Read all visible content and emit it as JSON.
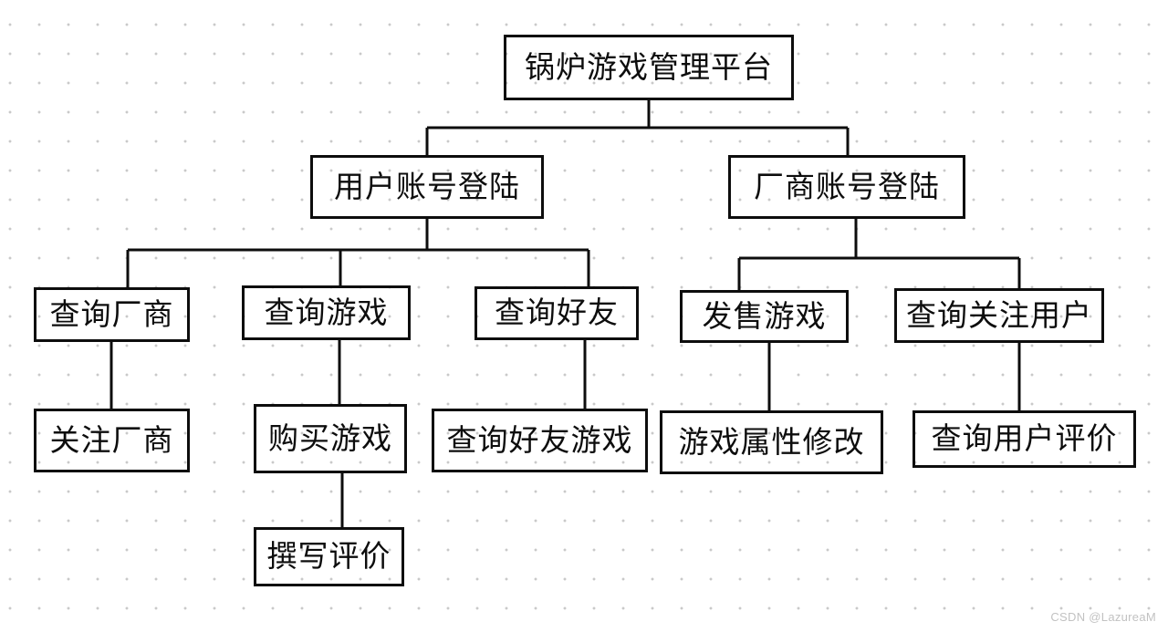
{
  "diagram": {
    "type": "flowchart",
    "title": "锅炉游戏管理平台",
    "nodes": [
      {
        "id": "root",
        "label": "锅炉游戏管理平台",
        "parent": null
      },
      {
        "id": "user_login",
        "label": "用户账号登陆",
        "parent": "root"
      },
      {
        "id": "vendor_login",
        "label": "厂商账号登陆",
        "parent": "root"
      },
      {
        "id": "query_vendor",
        "label": "查询厂商",
        "parent": "user_login"
      },
      {
        "id": "query_game",
        "label": "查询游戏",
        "parent": "user_login"
      },
      {
        "id": "query_friend",
        "label": "查询好友",
        "parent": "user_login"
      },
      {
        "id": "release_game",
        "label": "发售游戏",
        "parent": "vendor_login"
      },
      {
        "id": "query_followed_users",
        "label": "查询关注用户",
        "parent": "vendor_login"
      },
      {
        "id": "follow_vendor",
        "label": "关注厂商",
        "parent": "query_vendor"
      },
      {
        "id": "buy_game",
        "label": "购买游戏",
        "parent": "query_game"
      },
      {
        "id": "query_friend_games",
        "label": "查询好友游戏",
        "parent": "query_friend"
      },
      {
        "id": "modify_game_attributes",
        "label": "游戏属性修改",
        "parent": "release_game"
      },
      {
        "id": "query_user_reviews",
        "label": "查询用户评价",
        "parent": "query_followed_users"
      },
      {
        "id": "write_review",
        "label": "撰写评价",
        "parent": "buy_game"
      }
    ]
  },
  "watermark": "CSDN @LazureaM",
  "colors": {
    "line": "#0d0d0d",
    "box_border": "#0d0d0d",
    "background": "#ffffff",
    "grid_dot": "#c9c9c9",
    "watermark": "#c2c2c2"
  }
}
